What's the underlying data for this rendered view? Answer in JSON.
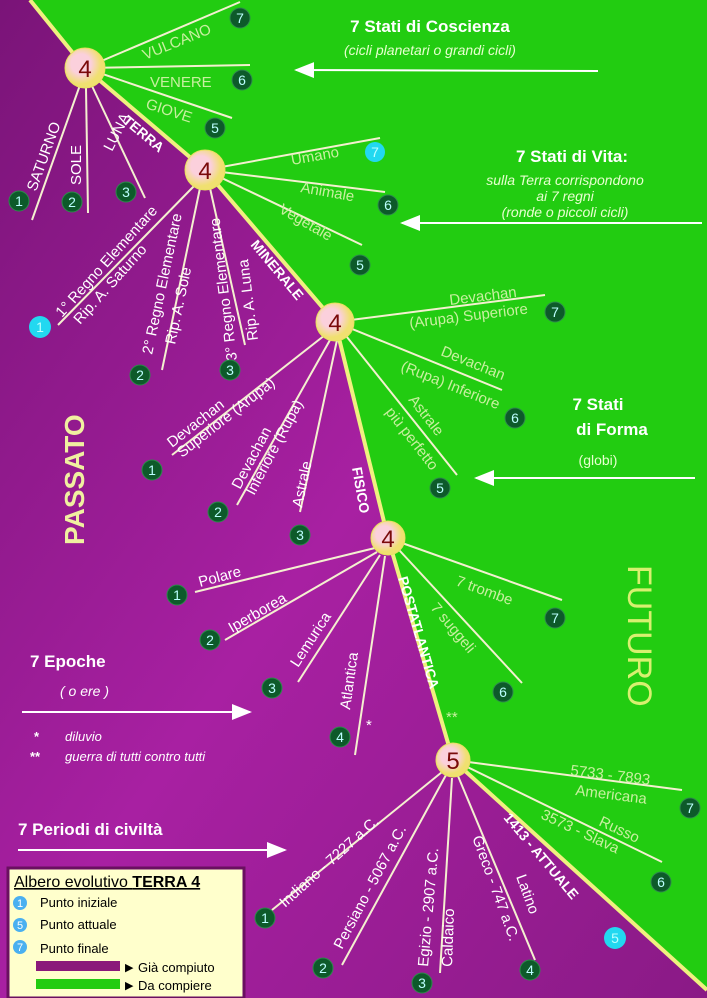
{
  "colors": {
    "past": "#9a1c96",
    "future": "#22cc11",
    "boundary": "#f0f080"
  },
  "nodes": {
    "n1": "4",
    "n2": "4",
    "n3": "4",
    "n4": "4",
    "n5": "5"
  },
  "coscienza": {
    "title": "7 Stati di Coscienza",
    "subtitle": "(cicli planetari o grandi cicli)",
    "up": [
      {
        "label": "VULCANO",
        "n": "7"
      },
      {
        "label": "VENERE",
        "n": "6"
      },
      {
        "label": "GIOVE",
        "n": "5"
      }
    ],
    "down": [
      {
        "label": "SATURNO",
        "n": "1"
      },
      {
        "label": "SOLE",
        "n": "2"
      },
      {
        "label": "LUNA",
        "n": "3"
      }
    ],
    "axis": "TERRA"
  },
  "vita": {
    "title": "7 Stati di Vita:",
    "sub1": "sulla Terra corrispondono",
    "sub2": "ai 7 regni",
    "sub3": "(ronde o piccoli cicli)",
    "up": [
      {
        "label": "Umano",
        "n": "7"
      },
      {
        "label": "Animale",
        "n": "6"
      },
      {
        "label": "Vegetale",
        "n": "5"
      }
    ],
    "down": [
      {
        "l1": "1° Regno Elementare",
        "l2": "Rip. A. Saturno",
        "n": "1"
      },
      {
        "l1": "2° Regno Elementare",
        "l2": "Rip. A. Sole",
        "n": "2"
      },
      {
        "l1": "3° Regno Elementare",
        "l2": "Rip. A. Luna",
        "n": "3"
      }
    ],
    "axis": "MINERALE"
  },
  "forma": {
    "title1": "7 Stati",
    "title2": "di Forma",
    "sub": "(globi)",
    "up": [
      {
        "l1": "Devachan",
        "l2": "(Arupa) Superiore",
        "n": "7"
      },
      {
        "l1": "Devachan",
        "l2": "(Rupa) Inferiore",
        "n": "6"
      },
      {
        "l1": "Astrale",
        "l2": "più perfetto",
        "n": "5"
      }
    ],
    "down": [
      {
        "l1": "Devachan",
        "l2": "Superiore (Arupa)",
        "n": "1"
      },
      {
        "l1": "Devachan",
        "l2": "Inferiore (Rupa)",
        "n": "2"
      },
      {
        "l1": "Astrale",
        "n": "3"
      }
    ],
    "axis": "FISICO"
  },
  "epoche": {
    "title": "7 Epoche",
    "sub": "( o ere )",
    "note1_mark": "*",
    "note1": "diluvio",
    "note2_mark": "**",
    "note2": "guerra di tutti contro tutti",
    "up": [
      {
        "label": "7 trombe",
        "n": "7"
      },
      {
        "label": "7 suggeli",
        "n": "6"
      }
    ],
    "down": [
      {
        "label": "Polare",
        "n": "1"
      },
      {
        "label": "Iperborea",
        "n": "2"
      },
      {
        "label": "Lemurica",
        "n": "3"
      },
      {
        "label": "Atlantica",
        "n": "4"
      }
    ],
    "star1": "*",
    "star2": "**",
    "axis": "POSTATLANTICA"
  },
  "periodi": {
    "title": "7 Periodi di civiltà",
    "up": [
      {
        "l1": "5733 - 7893",
        "l2": "Americana",
        "n": "7"
      },
      {
        "l1": "Russo",
        "l2": "3573 - Slava",
        "n": "6"
      }
    ],
    "down": [
      {
        "l1": "Indiano - 7227 a.C.",
        "n": "1"
      },
      {
        "l1": "Persiano - 5067 a.C.",
        "n": "2"
      },
      {
        "l1": "Egizio - 2907 a.C.",
        "l2": "Caldaico",
        "n": "3"
      },
      {
        "l1": "Greco - 747 a.C.",
        "l2": "Latino",
        "n": "4"
      }
    ],
    "axis": "1413 - ATTUALE",
    "current": "5"
  },
  "passato": "PASSATO",
  "futuro": "FUTURO",
  "legend": {
    "title": "Albero evolutivo ",
    "title_bold": "TERRA 4",
    "items": [
      {
        "n": "1",
        "label": "Punto iniziale"
      },
      {
        "n": "5",
        "label": "Punto attuale"
      },
      {
        "n": "7",
        "label": "Punto finale"
      }
    ],
    "done": "Già compiuto",
    "todo": "Da compiere"
  }
}
